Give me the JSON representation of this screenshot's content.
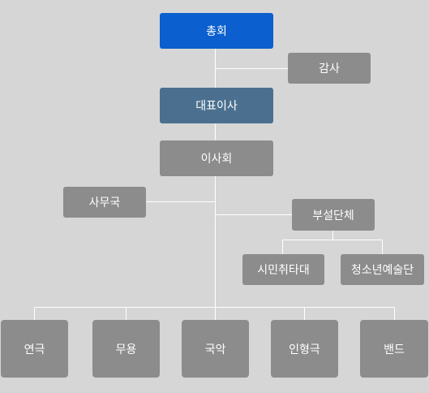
{
  "nodes": {
    "general_assembly": "총회",
    "auditor": "감사",
    "ceo": "대표이사",
    "board": "이사회",
    "secretariat": "사무국",
    "affiliated": "부설단체",
    "citizen_drama": "시민취타대",
    "youth_arts": "청소년예술단",
    "theater": "연극",
    "dance": "무용",
    "korean_music": "국악",
    "puppet": "인형극",
    "band": "밴드"
  },
  "colors": {
    "background": "#d6d6d6",
    "top_box": "#0b5fce",
    "ceo_box": "#4b708f",
    "gray_box": "#8c8c8c",
    "line": "#ffffff"
  }
}
